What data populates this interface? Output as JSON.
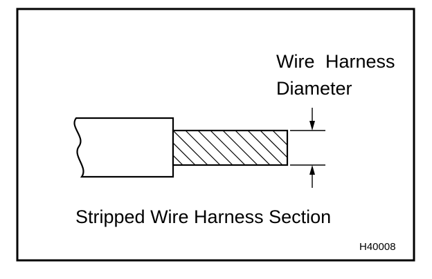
{
  "figure": {
    "diameter_label_line1": "Wire Harness",
    "diameter_label_line2": "Diameter",
    "caption": "Stripped Wire Harness Section",
    "figure_code": "H40008"
  },
  "colors": {
    "ink": "#000000",
    "background": "#ffffff"
  }
}
